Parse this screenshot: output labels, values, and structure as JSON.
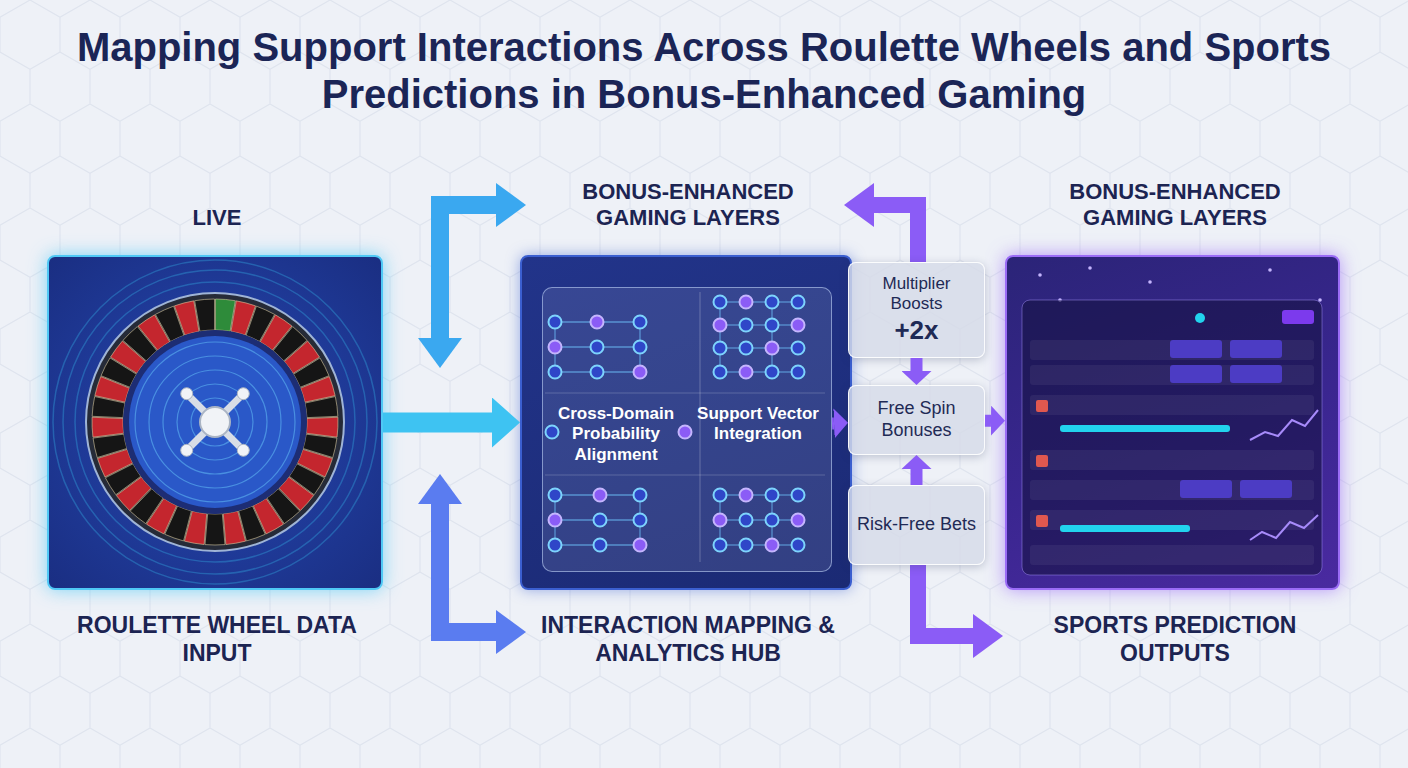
{
  "diagram": {
    "title": "Mapping Support Interactions Across Roulette Wheels and Sports Predictions in Bonus-Enhanced Gaming",
    "nodes": [
      {
        "text": [
          "LIVE",
          "ROULETTE WHEEL DATA INPUT"
        ]
      },
      {
        "text": [
          "BONUS-ENHANCED GAMING LAYERS",
          "INTERACTION MAPPING & ANALYTICS HUB"
        ]
      },
      {
        "text": [
          "Cross-Domain Probability Alignment",
          "Support Vector Integration"
        ],
        "in": 1
      },
      {
        "text": [
          "Multiplier Boosts",
          "+2x"
        ]
      },
      {
        "text": [
          "Free Spin Bonuses"
        ]
      },
      {
        "text": [
          "Risk-Free Bets"
        ]
      },
      {
        "text": [
          "BONUS-ENHANCED GAMING LAYERS",
          "SPORTS PREDICTION OUTPUTS"
        ]
      }
    ],
    "edges": [
      {
        "from": 0,
        "to": 1,
        "arrow": "to"
      },
      {
        "from": 2,
        "to": 4,
        "arrow": "to"
      },
      {
        "from": 3,
        "to": 4,
        "arrow": "to"
      },
      {
        "from": 5,
        "to": 4,
        "arrow": "to"
      },
      {
        "from": 4,
        "to": 6,
        "arrow": "to"
      }
    ]
  }
}
